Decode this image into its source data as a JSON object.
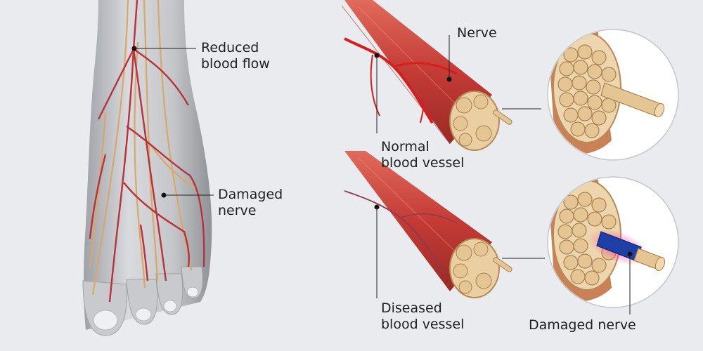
{
  "labels": {
    "reduced_flow": [
      "Reduced",
      "blood flow"
    ],
    "damaged_nerve_foot": [
      "Damaged",
      "nerve"
    ],
    "nerve": "Nerve",
    "normal_vessel": [
      "Normal",
      "blood vessel"
    ],
    "diseased_vessel": [
      "Diseased",
      "blood vessel"
    ],
    "damaged_nerve_zoom": "Damaged nerve"
  },
  "colors": {
    "background": "#e9ebee",
    "muscle": "#c9453e",
    "artery": "#d42a24",
    "nerve": "#d8b07a",
    "damaged_nerve": "#1e3fa6",
    "skin": "#c9cbce"
  }
}
